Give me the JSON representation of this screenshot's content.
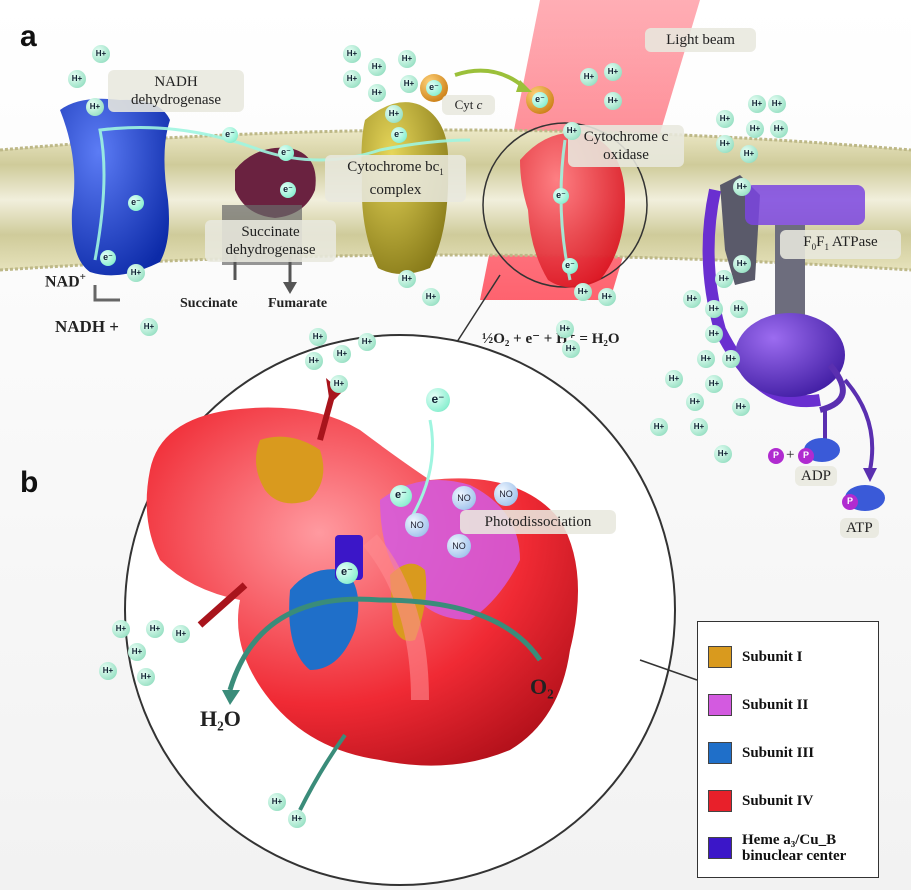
{
  "panels": {
    "a": "a",
    "b": "b"
  },
  "labels": {
    "nadh_dehydrogenase": "NADH dehydrogenase",
    "succinate_dehydrogenase": "Succinate dehydrogenase",
    "cytochrome_bc1_line1": "Cytochrome bc",
    "cytochrome_bc1_sub": "1",
    "cytochrome_bc1_line2": "complex",
    "cyt_c": "Cyt",
    "cyt_c_italic": "c",
    "light_beam": "Light beam",
    "cytochrome_c_oxidase": "Cytochrome c oxidase",
    "atpase_prefix": "F",
    "atpase_sub0": "0",
    "atpase_mid": "F",
    "atpase_sub1": "1",
    "atpase_suffix": " ATPase",
    "photodissociation": "Photodissociation",
    "nad_plus": "NAD",
    "nad_sup": "+",
    "nadh_plus": "NADH +",
    "succinate": "Succinate",
    "fumarate": "Fumarate",
    "reaction": "½O₂ + e⁻ + H⁺ = H₂O",
    "adp": "ADP",
    "atp": "ATP",
    "h2o_big": "H₂O",
    "o2_big": "O₂",
    "h_ion": "H+",
    "e_ion": "e⁻",
    "no_mol": "NO",
    "p_mol": "P",
    "plus_sign": "+"
  },
  "legend": [
    {
      "label": "Subunit I",
      "color": "#d99a1e"
    },
    {
      "label": "Subunit II",
      "color": "#d35ae0"
    },
    {
      "label": "Subunit III",
      "color": "#1f6fc9"
    },
    {
      "label": "Subunit IV",
      "color": "#e8202a"
    },
    {
      "label": "Heme a₃/Cu_B binuclear center",
      "color": "#3b16c8"
    }
  ],
  "colors": {
    "nadh_complex": "#1b3fcc",
    "succinate_complex": "#6a2240",
    "bc1_complex": "#b8a623",
    "oxidase": "#f2282e",
    "atpase": "#6a2fd0",
    "membrane": "#d8d4a8",
    "h_ion": "#9fe3c8"
  }
}
